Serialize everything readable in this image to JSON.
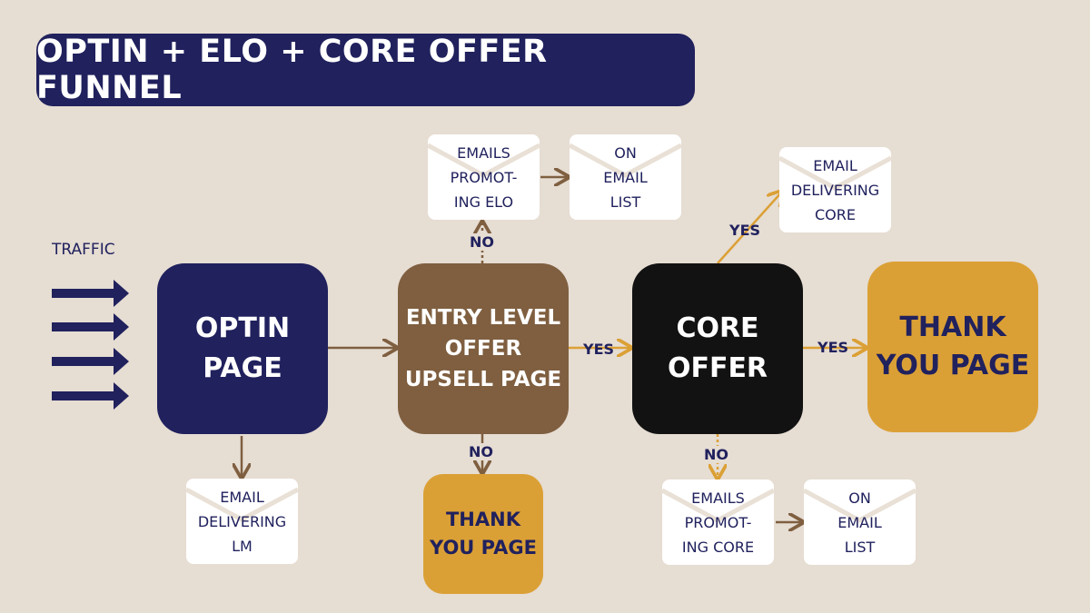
{
  "title": "OPTIN + ELO + CORE OFFER FUNNEL",
  "traffic_label": "TRAFFIC",
  "nodes": {
    "optin": "OPTIN\nPAGE",
    "elo": "ENTRY LEVEL\nOFFER\nUPSELL PAGE",
    "core": "CORE\nOFFER",
    "thank_you_core": "THANK\nYOU PAGE",
    "thank_you_elo": "THANK\nYOU PAGE"
  },
  "emails": {
    "promoting_elo": "EMAILS\nPROMOT-\nING ELO",
    "on_list_top": "ON\nEMAIL\nLIST",
    "delivering_core": "EMAIL\nDELIVERING\nCORE",
    "delivering_lm": "EMAIL\nDELIVERING\nLM",
    "promoting_core": "EMAILS\nPROMOT-\nING CORE",
    "on_list_bottom": "ON\nEMAIL\nLIST"
  },
  "edge_labels": {
    "elo_yes": "YES",
    "core_yes": "YES",
    "core_up_yes": "YES",
    "elo_no_down": "NO",
    "elo_no_up": "NO",
    "core_no": "NO"
  },
  "colors": {
    "navy": "#20215d",
    "brown": "#7f5f40",
    "black": "#121212",
    "gold": "#dba035",
    "bg": "#e6ddd3"
  }
}
